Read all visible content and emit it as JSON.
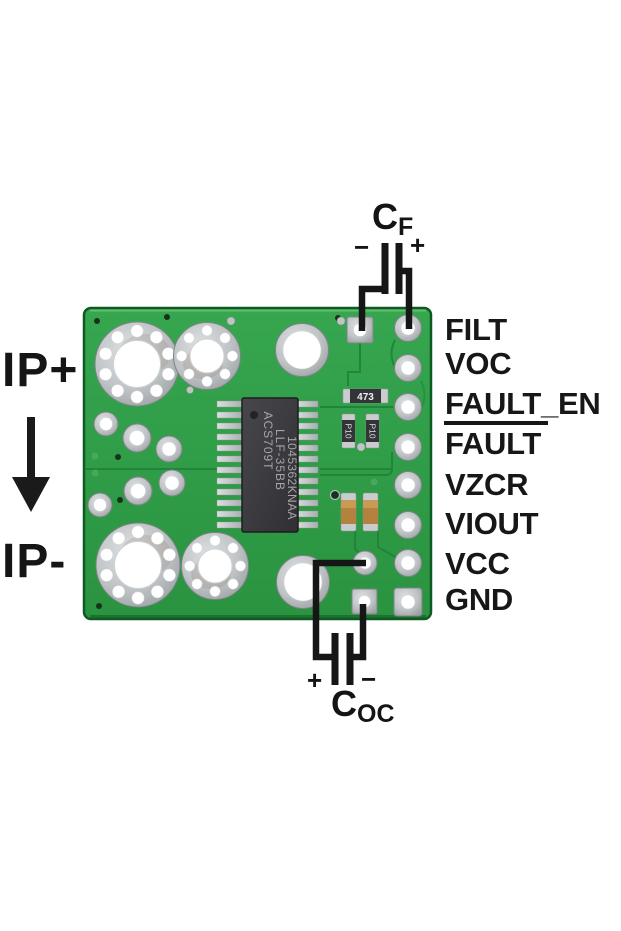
{
  "annotations": {
    "ip_plus": "IP+",
    "ip_minus": "IP-",
    "cf": {
      "name": "C",
      "sub": "F",
      "neg": "−",
      "pos": "+"
    },
    "coc": {
      "name": "C",
      "sub": "OC",
      "pos": "+",
      "neg": "−"
    }
  },
  "pins": [
    {
      "label": "FILT"
    },
    {
      "label": "VOC"
    },
    {
      "label": "FAULT_EN"
    },
    {
      "label": "FAULT",
      "overline": true
    },
    {
      "label": "VZCR"
    },
    {
      "label": "VIOUT"
    },
    {
      "label": "VCC"
    },
    {
      "label": "GND"
    }
  ],
  "board": {
    "chip": {
      "line1": "ACS709T",
      "line2": "LLF-35BB",
      "line3": "1045362KNAA"
    },
    "smd": {
      "r473": "473",
      "p10_left": "P10",
      "p10_right": "P10"
    }
  },
  "colors": {
    "board_green": "#2f9b44",
    "trace_green": "#1d8338",
    "pad_silver": "#c3c7ca",
    "wire_black": "#161616",
    "label_black": "#171717",
    "chip_body": "#38383c",
    "tan_capacitor": "#b5813f"
  }
}
